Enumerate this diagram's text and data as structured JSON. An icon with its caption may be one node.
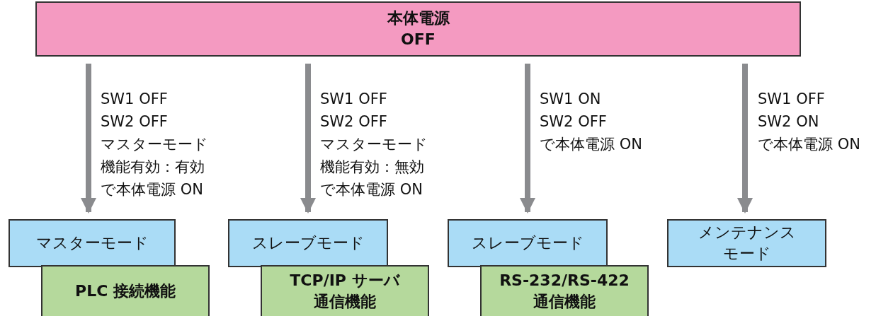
{
  "diagram": {
    "nodes": [
      {
        "text": [
          "本体電源",
          "OFF"
        ]
      },
      {
        "text": [
          "マスターモード"
        ]
      },
      {
        "text": [
          "PLC 接続機能"
        ]
      },
      {
        "text": [
          "スレーブモード"
        ]
      },
      {
        "text": [
          "TCP/IP サーバ通信機能"
        ]
      },
      {
        "text": [
          "スレーブモード"
        ]
      },
      {
        "text": [
          "RS-232/RS-422 通信機能"
        ]
      },
      {
        "text": [
          "メンテナンスモード"
        ]
      }
    ],
    "edges": [
      {
        "from": 0,
        "to": 1,
        "arrow": "to",
        "label": "SW1 OFF SW2 OFF マスターモード機能有効：有効で本体電源 ON"
      },
      {
        "from": 0,
        "to": 3,
        "arrow": "to",
        "label": "SW1 OFF SW2 OFF マスターモード機能有効：無効で本体電源 ON"
      },
      {
        "from": 0,
        "to": 5,
        "arrow": "to",
        "label": "SW1 ON SW2 OFF で本体電源 ON"
      },
      {
        "from": 0,
        "to": 7,
        "arrow": "to",
        "label": "SW1 OFF SW2 ON で本体電源 ON"
      }
    ]
  }
}
